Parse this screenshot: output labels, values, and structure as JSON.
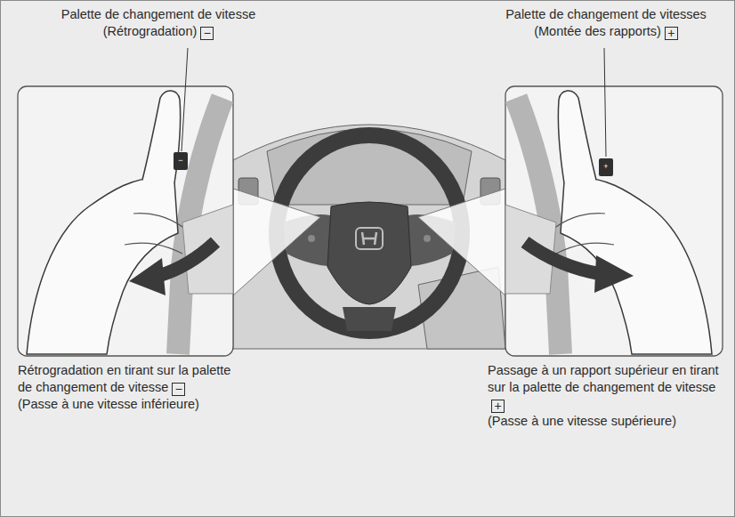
{
  "diagram": {
    "labels": [
      "Palette de changement de vitesse (Rétrogradation)",
      "−",
      "Palette de changement de vitesses (Montée des rapports)",
      "+",
      "−",
      "+",
      "Rétrogradation en tirant sur la palette de changement de vitesse",
      "−",
      "(Passe à une vitesse inférieure)",
      "Passage à un rapport supérieur en tirant sur la palette de changement de vitesse",
      "+",
      "(Passe à une vitesse supérieure)"
    ]
  }
}
